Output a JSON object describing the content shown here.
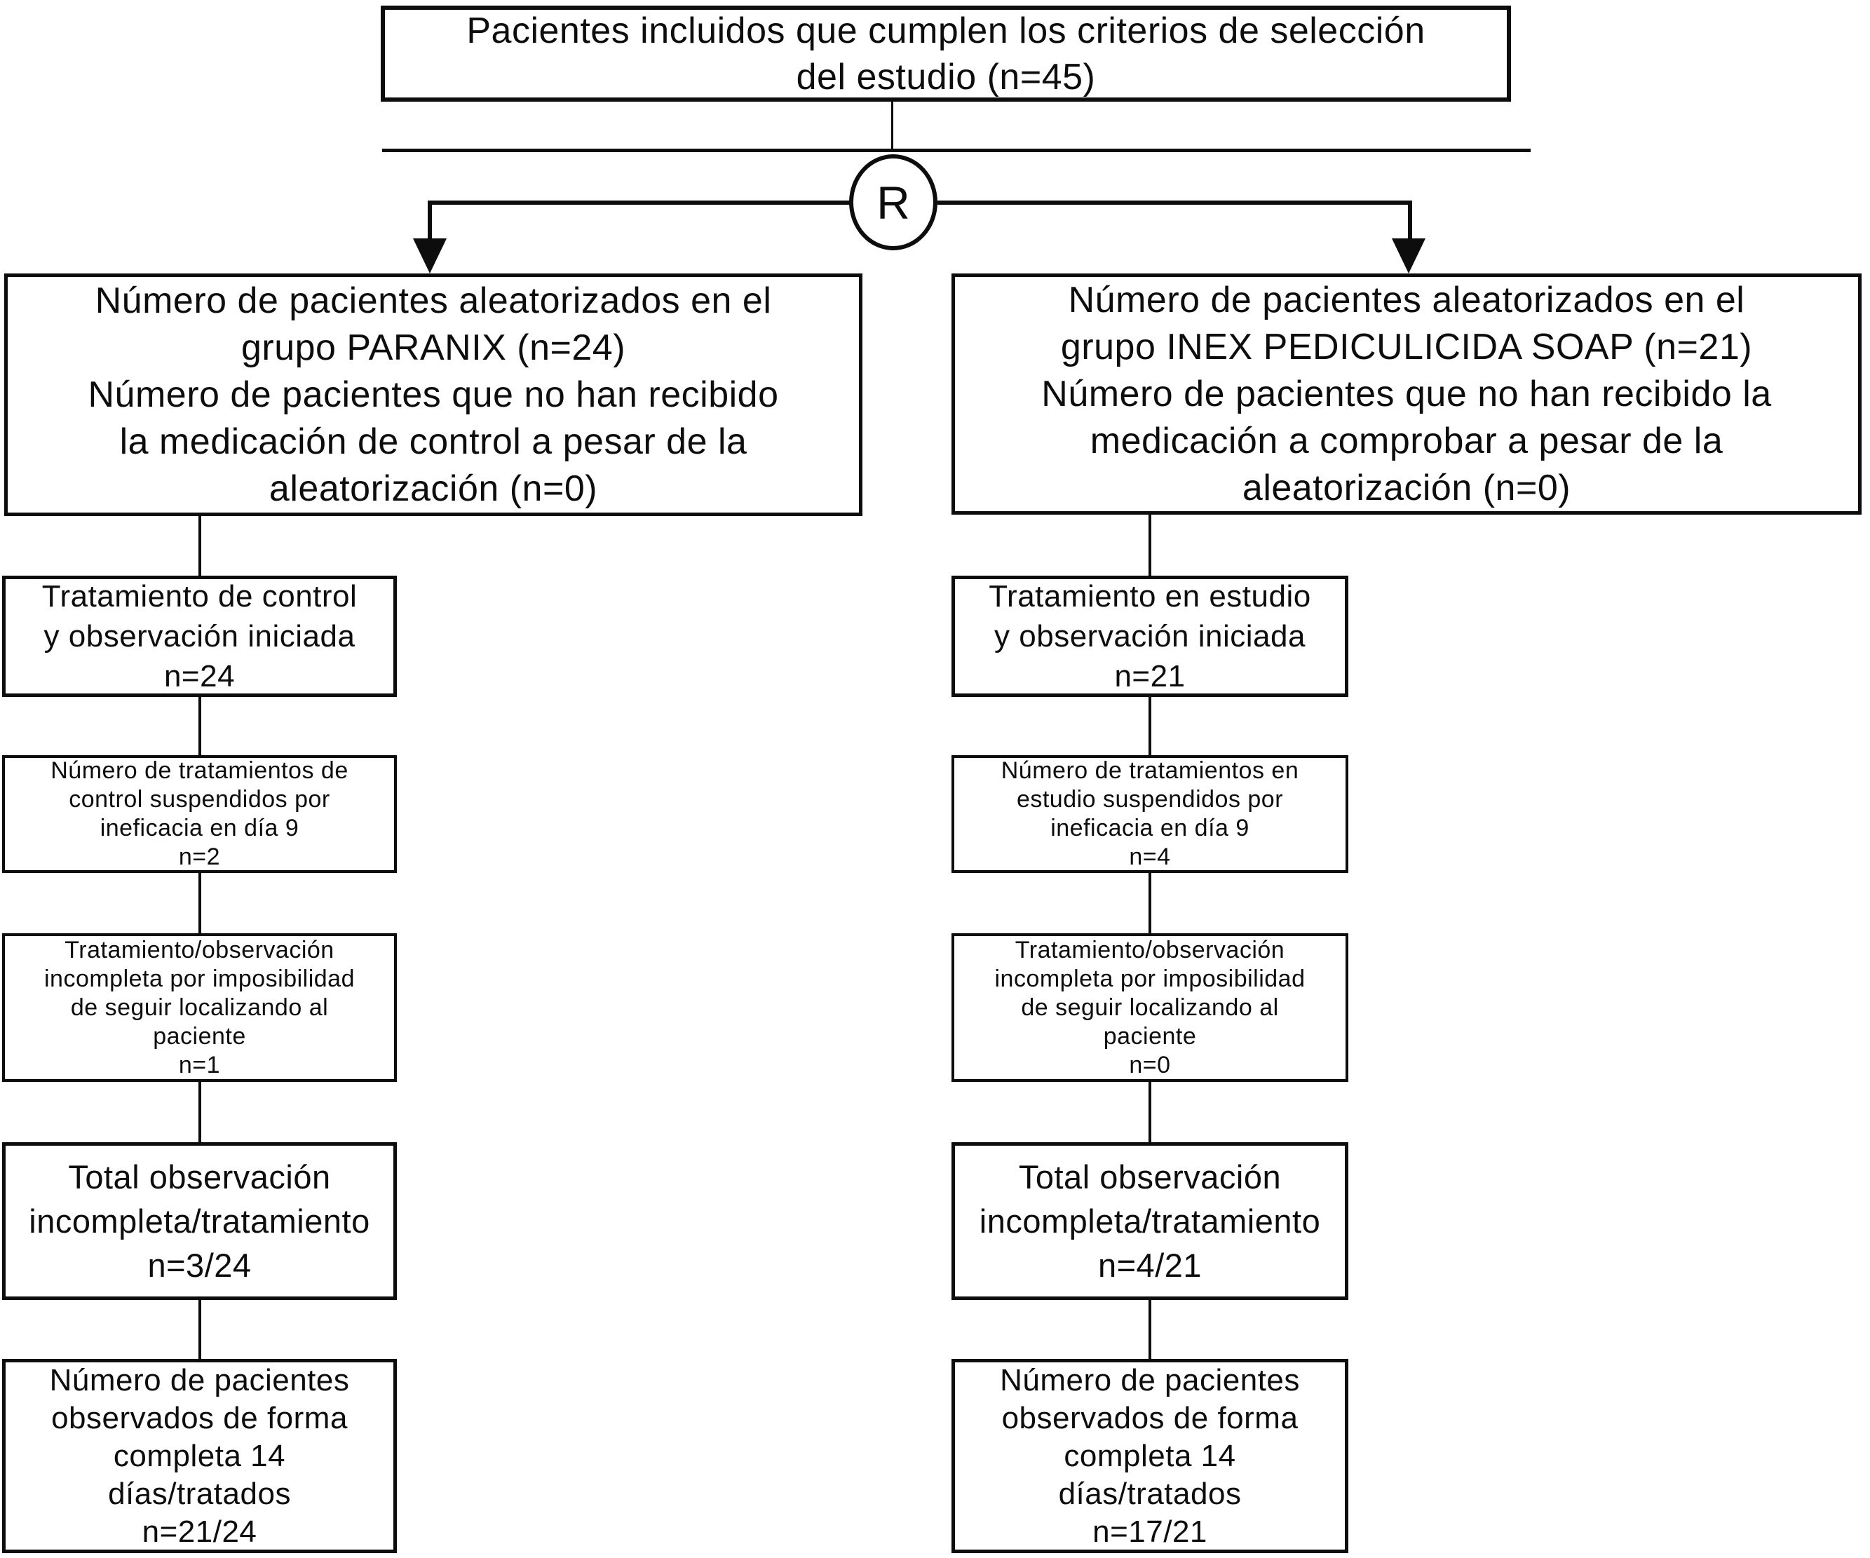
{
  "diagram": {
    "background_color": "#ffffff",
    "line_color": "#0d0d0d",
    "title_box": {
      "text": "Pacientes incluidos que cumplen los criterios de selección\ndel estudio (n=45)"
    },
    "randomization": {
      "label": "R"
    },
    "columns": [
      {
        "name": "control-group",
        "group_box": {
          "text": "Número de pacientes aleatorizados en el\ngrupo PARANIX (n=24)\nNúmero de pacientes que no han recibido\nla medicación de control a pesar de la\naleatorización (n=0)"
        },
        "boxes": [
          {
            "text": "Tratamiento de control\ny observación iniciada\nn=24"
          },
          {
            "text": "Número de tratamientos de\ncontrol suspendidos por\nineficacia en día 9\nn=2"
          },
          {
            "text": "Tratamiento/observación\nincompleta por imposibilidad\nde seguir localizando al\npaciente\nn=1"
          },
          {
            "text": "Total observación\nincompleta/tratamiento\nn=3/24"
          },
          {
            "text": "Número de pacientes\nobservados de forma\ncompleta 14\ndías/tratados\nn=21/24"
          }
        ]
      },
      {
        "name": "study-group",
        "group_box": {
          "text": "Número de pacientes aleatorizados en el\ngrupo INEX PEDICULICIDA SOAP (n=21)\nNúmero de pacientes que no han recibido la\nmedicación a comprobar a pesar de la\naleatorización (n=0)"
        },
        "boxes": [
          {
            "text": "Tratamiento en estudio\ny observación iniciada\nn=21"
          },
          {
            "text": "Número de tratamientos en\nestudio suspendidos por\nineficacia en día 9\nn=4"
          },
          {
            "text": "Tratamiento/observación\nincompleta por imposibilidad\nde seguir localizando al\npaciente\nn=0"
          },
          {
            "text": "Total observación\nincompleta/tratamiento\nn=4/21"
          },
          {
            "text": "Número de pacientes\nobservados de forma\ncompleta 14\ndías/tratados\nn=17/21"
          }
        ]
      }
    ]
  }
}
